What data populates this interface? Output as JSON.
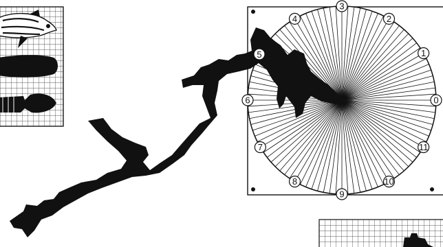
{
  "dial": {
    "labels": [
      "0",
      "1",
      "2",
      "3",
      "4",
      "5",
      "6",
      "7",
      "8",
      "9",
      "10",
      "11"
    ]
  },
  "colors": {
    "ink": "#111111",
    "paper": "#ffffff",
    "grid": "#222222"
  },
  "icons": [
    "fish-icon",
    "sausage-icon",
    "arrowhead-shape-icon"
  ]
}
